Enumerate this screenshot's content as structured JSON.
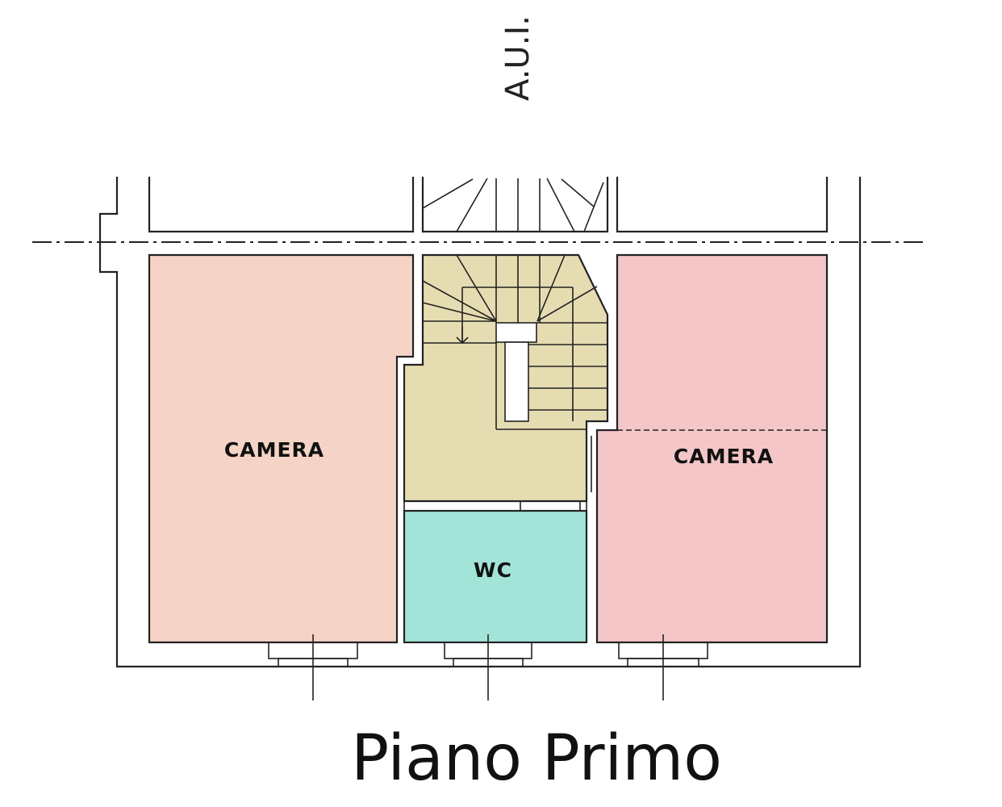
{
  "plan": {
    "top_label": "A.U.I.",
    "title": "Piano Primo",
    "rooms": [
      {
        "id": "camera-left",
        "label": "CAMERA",
        "color": "#f5d3c6"
      },
      {
        "id": "stair-hall",
        "label": "",
        "color": "#e6dcb1"
      },
      {
        "id": "wc",
        "label": "WC",
        "color": "#a3e4d8"
      },
      {
        "id": "camera-right",
        "label": "CAMERA",
        "color": "#f5c6c8"
      }
    ]
  },
  "colors": {
    "wall": "#222222",
    "background": "#ffffff"
  }
}
